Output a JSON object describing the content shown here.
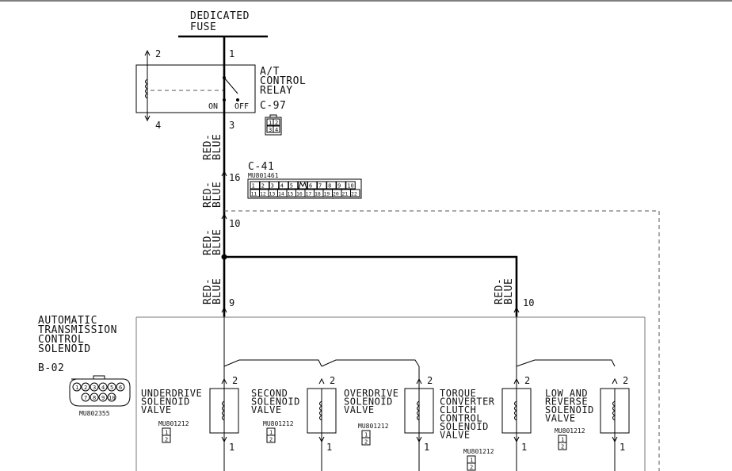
{
  "fuse": {
    "line1": "DEDICATED",
    "line2": "FUSE",
    "pin": "1"
  },
  "relay": {
    "name": [
      "A/T",
      "CONTROL",
      "RELAY"
    ],
    "pin_top": "2",
    "pin_bottom": "4",
    "pin_out": "3",
    "on_label": "ON",
    "off_label": "OFF",
    "connector": "C-97",
    "connector_cells": [
      "1",
      "2",
      "3",
      "4"
    ]
  },
  "wire_color": [
    "RED-",
    "BLUE"
  ],
  "connector_c41": {
    "name": "C-41",
    "part_no": "MU801461",
    "pin": "16",
    "row1": [
      "1",
      "2",
      "3",
      "4",
      "5",
      "",
      "6",
      "7",
      "8",
      "9",
      "10"
    ],
    "row2": [
      "11",
      "12",
      "13",
      "14",
      "15",
      "16",
      "17",
      "18",
      "19",
      "20",
      "21",
      "22"
    ]
  },
  "junction_pin": "10",
  "solenoid_block": {
    "name": [
      "AUTOMATIC",
      "TRANSMISSION",
      "CONTROL",
      "SOLENOID"
    ],
    "connector": "B-02",
    "connector_part": "MU802355",
    "connector_pins": [
      "1",
      "2",
      "3",
      "4",
      "5",
      "6",
      "7",
      "8",
      "9",
      "10"
    ],
    "input_pins": [
      "9",
      "10"
    ]
  },
  "valves": [
    {
      "name": [
        "UNDERDRIVE",
        "SOLENOID",
        "VALVE"
      ],
      "part": "MU801212",
      "pin_top": "2",
      "pin_bottom": "1",
      "cells": [
        "1",
        "2"
      ]
    },
    {
      "name": [
        "SECOND",
        "SOLENOID",
        "VALVE"
      ],
      "part": "MU801212",
      "pin_top": "2",
      "pin_bottom": "1",
      "cells": [
        "1",
        "2"
      ]
    },
    {
      "name": [
        "OVERDRIVE",
        "SOLENOID",
        "VALVE"
      ],
      "part": "MU801212",
      "pin_top": "2",
      "pin_bottom": "1",
      "cells": [
        "1",
        "2"
      ]
    },
    {
      "name": [
        "TORQUE",
        "CONVERTER",
        "CLUTCH",
        "CONTROL",
        "SOLENOID",
        "VALVE"
      ],
      "part": "MU801212",
      "pin_top": "2",
      "pin_bottom": "1",
      "cells": [
        "1",
        "2"
      ]
    },
    {
      "name": [
        "LOW AND",
        "REVERSE",
        "SOLENOID",
        "VALVE"
      ],
      "part": "MU801212",
      "pin_top": "2",
      "pin_bottom": "1",
      "cells": [
        "1",
        "2"
      ]
    }
  ]
}
